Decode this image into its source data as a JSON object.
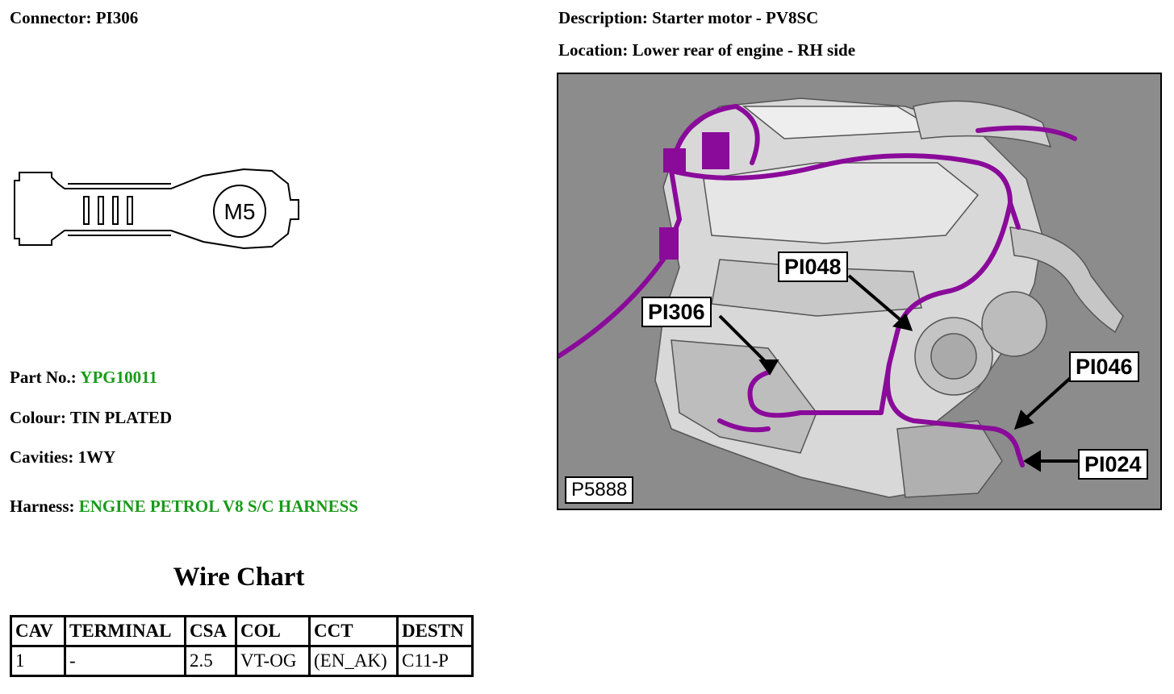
{
  "header": {
    "connector_label": "Connector:",
    "connector_value": "PI306",
    "description_label": "Description:",
    "description_value": "Starter motor - PV8SC",
    "location_label": "Location:",
    "location_value": "Lower rear of engine - RH side"
  },
  "connector_drawing": {
    "terminal_text": "M5"
  },
  "details": {
    "part_label": "Part No.:",
    "part_value": "YPG10011",
    "colour_label": "Colour:",
    "colour_value": "TIN PLATED",
    "cavities_label": "Cavities:",
    "cavities_value": "1WY",
    "harness_label": "Harness:",
    "harness_value": "ENGINE PETROL V8 S/C HARNESS"
  },
  "wire_chart": {
    "title": "Wire Chart",
    "columns": [
      "CAV",
      "TERMINAL",
      "CSA",
      "COL",
      "CCT",
      "DESTN"
    ],
    "rows": [
      [
        "1",
        "-",
        "2.5",
        "VT-OG",
        "(EN_AK)",
        "C11-P"
      ]
    ]
  },
  "engine_image": {
    "figure_id": "P5888",
    "callouts": [
      "PI048",
      "PI306",
      "PI046",
      "PI024"
    ]
  },
  "colors": {
    "harness_green": "#1a9a1a",
    "wire_purple": "#8a0a9a"
  }
}
